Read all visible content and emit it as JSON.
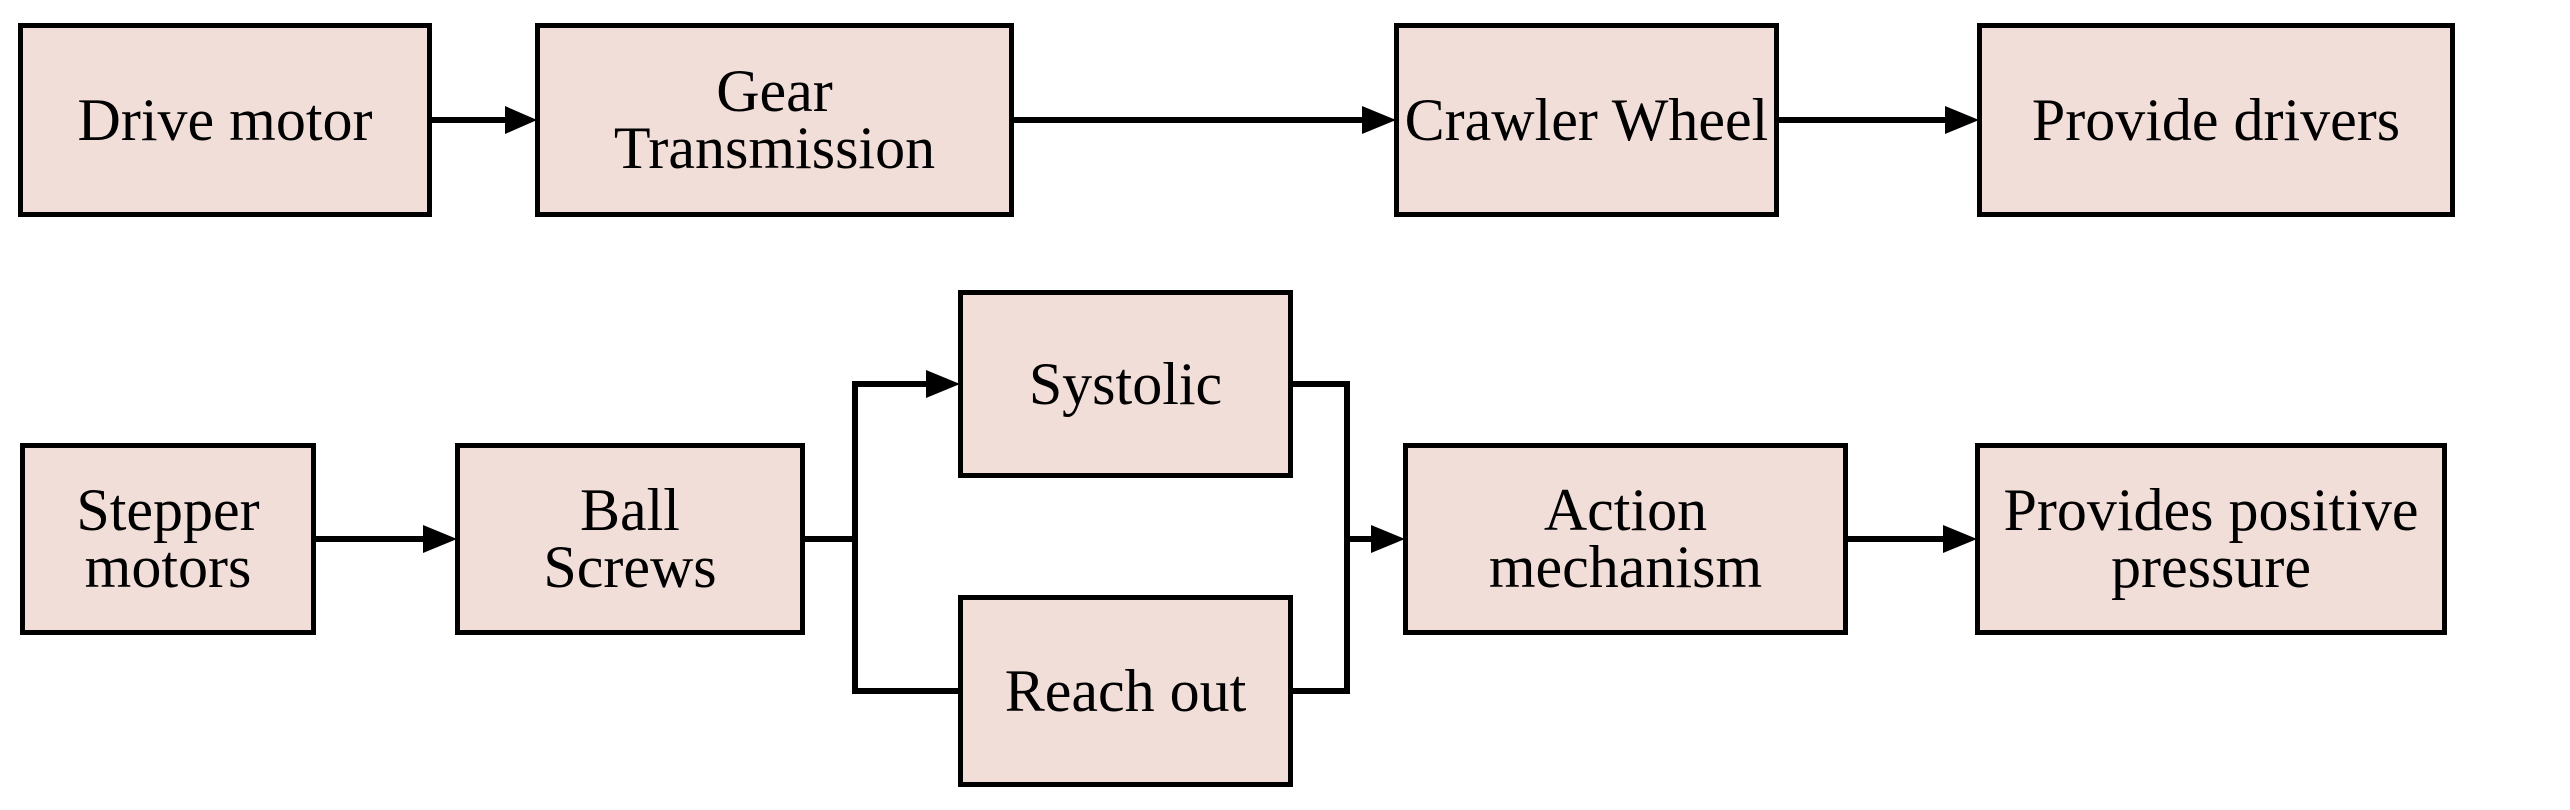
{
  "colors": {
    "background": "#ffffff",
    "box_fill": "#f2ded9",
    "box_border": "#000000",
    "connector": "#000000",
    "text_color": "#000000"
  },
  "nodes": {
    "drive_motor": {
      "label": "Drive motor"
    },
    "gear_transmission": {
      "label": "Gear\nTransmission"
    },
    "crawler_wheel": {
      "label": "Crawler Wheel"
    },
    "provide_drivers": {
      "label": "Provide drivers"
    },
    "stepper_motors": {
      "label": "Stepper\nmotors"
    },
    "ball_screws": {
      "label": "Ball\nScrews"
    },
    "systolic": {
      "label": "Systolic"
    },
    "reach_out": {
      "label": "Reach out"
    },
    "action_mechanism": {
      "label": "Action\nmechanism"
    },
    "provides_positive_pressure": {
      "label": "Provides positive\npressure"
    }
  },
  "edges": [
    {
      "from": "drive_motor",
      "to": "gear_transmission",
      "arrow": true
    },
    {
      "from": "gear_transmission",
      "to": "crawler_wheel",
      "arrow": true
    },
    {
      "from": "crawler_wheel",
      "to": "provide_drivers",
      "arrow": true
    },
    {
      "from": "stepper_motors",
      "to": "ball_screws",
      "arrow": true
    },
    {
      "from": "ball_screws",
      "to": "systolic",
      "arrow": true
    },
    {
      "from": "ball_screws",
      "to": "reach_out",
      "arrow": false
    },
    {
      "from": "systolic",
      "to": "action_mechanism",
      "arrow": true
    },
    {
      "from": "reach_out",
      "to": "action_mechanism",
      "arrow": true
    },
    {
      "from": "action_mechanism",
      "to": "provides_positive_pressure",
      "arrow": true
    }
  ]
}
